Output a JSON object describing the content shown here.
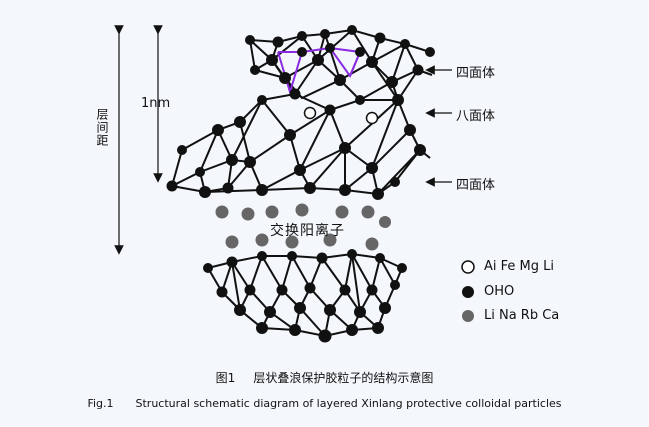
{
  "labels": {
    "layer_spacing": "层间距",
    "one_nm": "1nm",
    "tetrahedron_top": "四面体",
    "octahedron": "八面体",
    "tetrahedron_bottom": "四面体",
    "exchange_cations": "交换阳离子"
  },
  "legend": [
    {
      "marker": "open-circle",
      "text": "Ai Fe Mg Li"
    },
    {
      "marker": "black-circle",
      "text": "OHO"
    },
    {
      "marker": "gray-circle",
      "text": "Li Na Rb Ca"
    }
  ],
  "caption": {
    "cn_num": "图1",
    "cn_text": "层状叠浪保护胶粒子的结构示意图",
    "en_num": "Fig.1",
    "en_text": "Structural schematic diagram of layered Xinlang protective colloidal particles"
  },
  "colors": {
    "black": "#111111",
    "gray": "#666666",
    "purple": "#8a2be2"
  }
}
